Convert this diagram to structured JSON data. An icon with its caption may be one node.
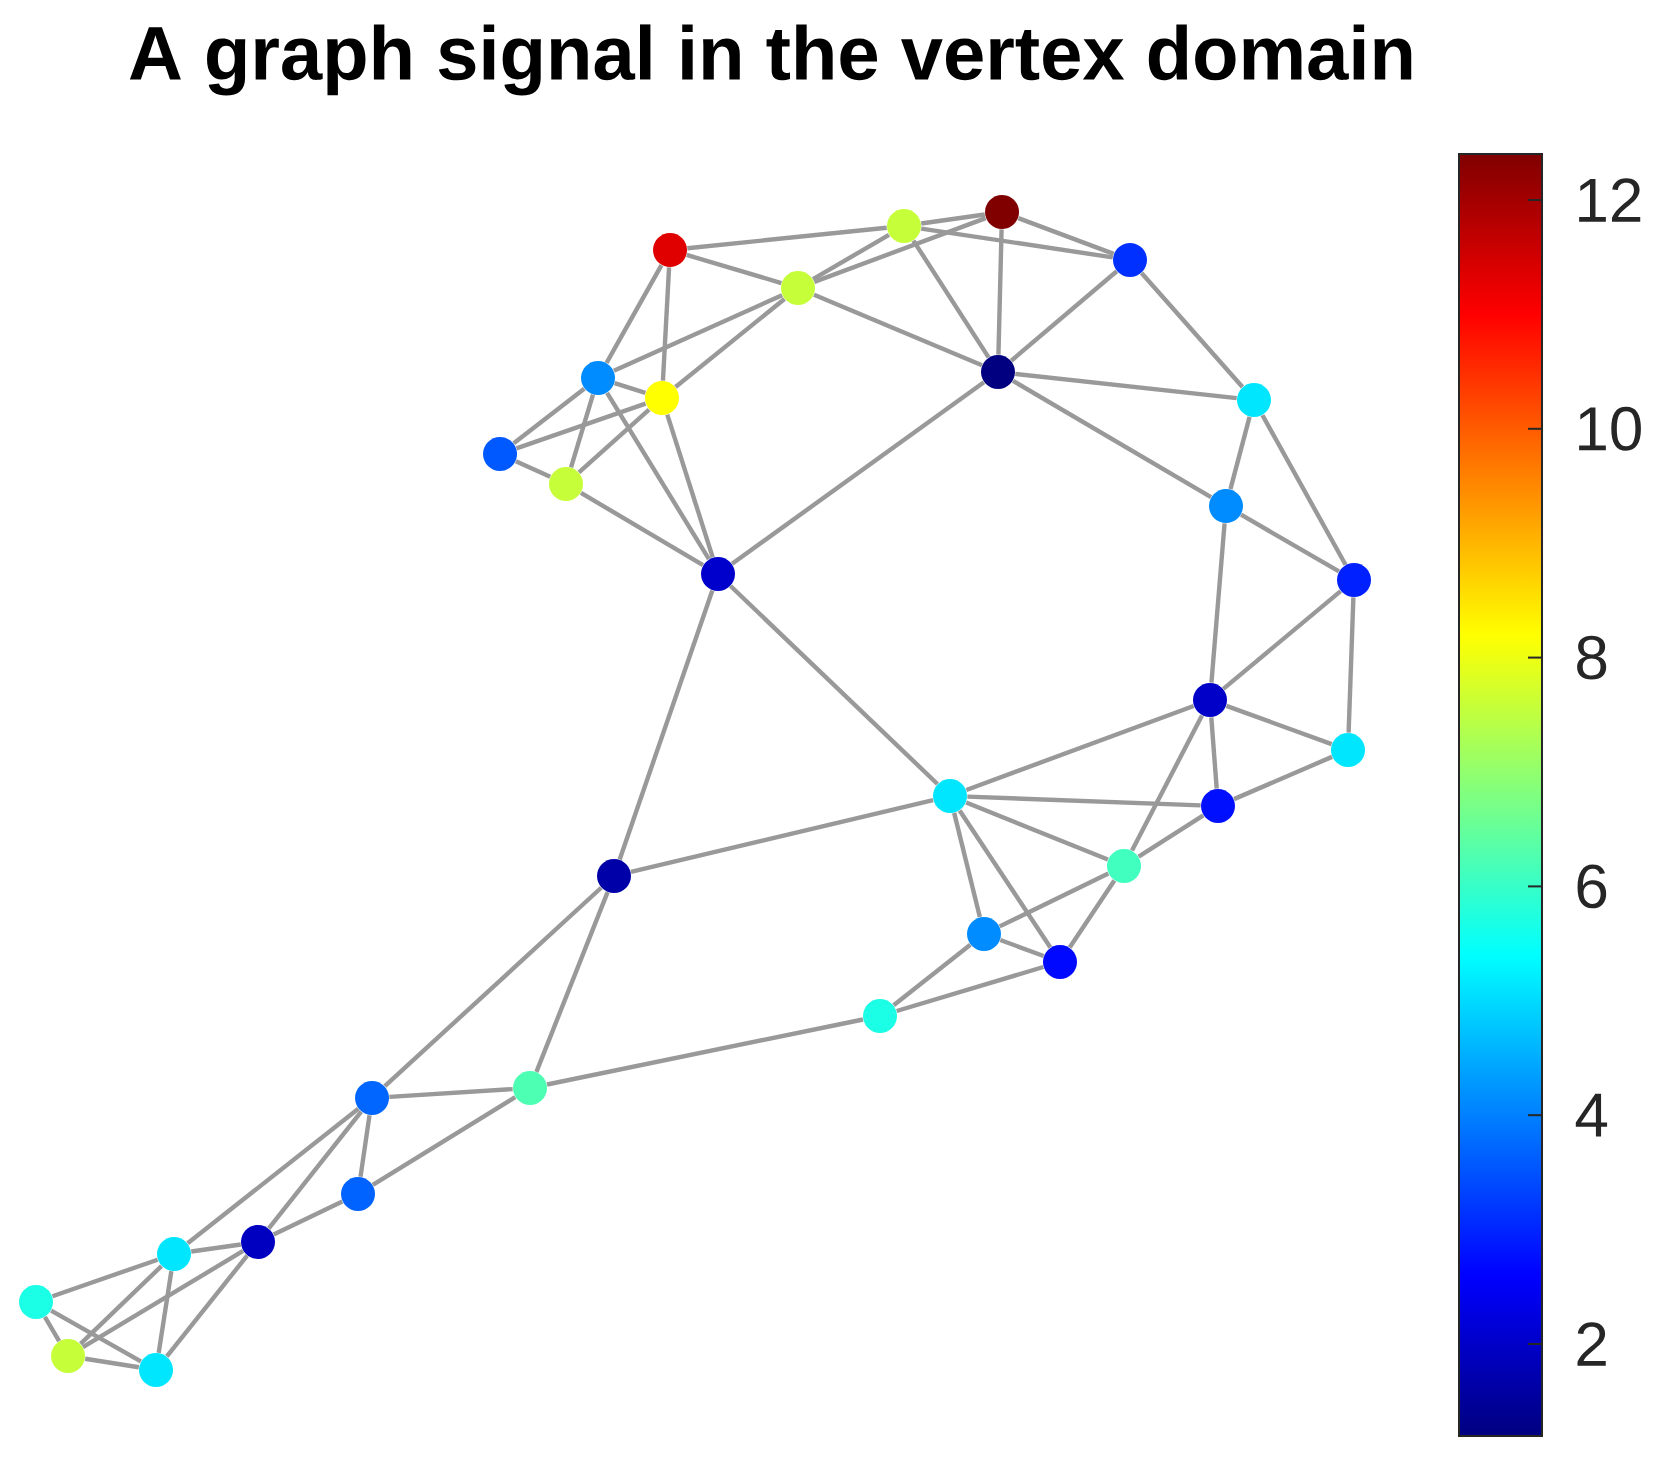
{
  "diagram": {
    "title": "A graph signal in the vertex domain",
    "nodes": [
      {
        "text": [],
        "shape": "circle"
      },
      {
        "text": [],
        "shape": "circle"
      },
      {
        "text": [],
        "shape": "circle"
      },
      {
        "text": [],
        "shape": "circle"
      },
      {
        "text": [],
        "shape": "circle"
      },
      {
        "text": [],
        "shape": "circle"
      },
      {
        "text": [],
        "shape": "circle"
      },
      {
        "text": [],
        "shape": "circle"
      },
      {
        "text": [],
        "shape": "circle"
      },
      {
        "text": [],
        "shape": "circle"
      },
      {
        "text": [],
        "shape": "circle"
      },
      {
        "text": [],
        "shape": "circle"
      },
      {
        "text": [],
        "shape": "circle"
      },
      {
        "text": [],
        "shape": "circle"
      },
      {
        "text": [],
        "shape": "circle"
      },
      {
        "text": [],
        "shape": "circle"
      },
      {
        "text": [],
        "shape": "circle"
      },
      {
        "text": [],
        "shape": "circle"
      },
      {
        "text": [],
        "shape": "circle"
      },
      {
        "text": [],
        "shape": "circle"
      },
      {
        "text": [],
        "shape": "circle"
      },
      {
        "text": [],
        "shape": "circle"
      },
      {
        "text": [],
        "shape": "circle"
      },
      {
        "text": [],
        "shape": "circle"
      },
      {
        "text": [],
        "shape": "circle"
      },
      {
        "text": [],
        "shape": "circle"
      },
      {
        "text": [],
        "shape": "circle"
      },
      {
        "text": [],
        "shape": "circle"
      },
      {
        "text": [],
        "shape": "circle"
      },
      {
        "text": [],
        "shape": "circle"
      },
      {
        "text": [],
        "shape": "circle"
      }
    ],
    "edges": [
      {
        "from": 2,
        "to": 1,
        "arrow": "none"
      },
      {
        "from": 2,
        "to": 4,
        "arrow": "none"
      },
      {
        "from": 2,
        "to": 6,
        "arrow": "none"
      },
      {
        "from": 2,
        "to": 7,
        "arrow": "none"
      },
      {
        "from": 1,
        "to": 0,
        "arrow": "none"
      },
      {
        "from": 1,
        "to": 4,
        "arrow": "none"
      },
      {
        "from": 1,
        "to": 3,
        "arrow": "none"
      },
      {
        "from": 1,
        "to": 5,
        "arrow": "none"
      },
      {
        "from": 0,
        "to": 4,
        "arrow": "none"
      },
      {
        "from": 0,
        "to": 3,
        "arrow": "none"
      },
      {
        "from": 0,
        "to": 5,
        "arrow": "none"
      },
      {
        "from": 4,
        "to": 5,
        "arrow": "none"
      },
      {
        "from": 4,
        "to": 6,
        "arrow": "none"
      },
      {
        "from": 4,
        "to": 7,
        "arrow": "none"
      },
      {
        "from": 3,
        "to": 5,
        "arrow": "none"
      },
      {
        "from": 3,
        "to": 8,
        "arrow": "none"
      },
      {
        "from": 5,
        "to": 8,
        "arrow": "none"
      },
      {
        "from": 5,
        "to": 11,
        "arrow": "none"
      },
      {
        "from": 5,
        "to": 12,
        "arrow": "none"
      },
      {
        "from": 6,
        "to": 7,
        "arrow": "none"
      },
      {
        "from": 6,
        "to": 9,
        "arrow": "none"
      },
      {
        "from": 6,
        "to": 10,
        "arrow": "none"
      },
      {
        "from": 6,
        "to": 12,
        "arrow": "none"
      },
      {
        "from": 7,
        "to": 9,
        "arrow": "none"
      },
      {
        "from": 7,
        "to": 10,
        "arrow": "none"
      },
      {
        "from": 7,
        "to": 12,
        "arrow": "none"
      },
      {
        "from": 9,
        "to": 10,
        "arrow": "none"
      },
      {
        "from": 10,
        "to": 12,
        "arrow": "none"
      },
      {
        "from": 8,
        "to": 11,
        "arrow": "none"
      },
      {
        "from": 8,
        "to": 13,
        "arrow": "none"
      },
      {
        "from": 11,
        "to": 13,
        "arrow": "none"
      },
      {
        "from": 11,
        "to": 14,
        "arrow": "none"
      },
      {
        "from": 13,
        "to": 14,
        "arrow": "none"
      },
      {
        "from": 13,
        "to": 15,
        "arrow": "none"
      },
      {
        "from": 14,
        "to": 15,
        "arrow": "none"
      },
      {
        "from": 14,
        "to": 16,
        "arrow": "none"
      },
      {
        "from": 14,
        "to": 17,
        "arrow": "none"
      },
      {
        "from": 14,
        "to": 18,
        "arrow": "none"
      },
      {
        "from": 15,
        "to": 17,
        "arrow": "none"
      },
      {
        "from": 17,
        "to": 18,
        "arrow": "none"
      },
      {
        "from": 16,
        "to": 17,
        "arrow": "none"
      },
      {
        "from": 16,
        "to": 18,
        "arrow": "none"
      },
      {
        "from": 16,
        "to": 20,
        "arrow": "none"
      },
      {
        "from": 16,
        "to": 21,
        "arrow": "none"
      },
      {
        "from": 12,
        "to": 16,
        "arrow": "none"
      },
      {
        "from": 12,
        "to": 19,
        "arrow": "none"
      },
      {
        "from": 16,
        "to": 19,
        "arrow": "none"
      },
      {
        "from": 18,
        "to": 20,
        "arrow": "none"
      },
      {
        "from": 18,
        "to": 21,
        "arrow": "none"
      },
      {
        "from": 20,
        "to": 21,
        "arrow": "none"
      },
      {
        "from": 20,
        "to": 22,
        "arrow": "none"
      },
      {
        "from": 21,
        "to": 22,
        "arrow": "none"
      },
      {
        "from": 22,
        "to": 23,
        "arrow": "none"
      },
      {
        "from": 19,
        "to": 23,
        "arrow": "none"
      },
      {
        "from": 19,
        "to": 24,
        "arrow": "none"
      },
      {
        "from": 24,
        "to": 23,
        "arrow": "none"
      },
      {
        "from": 24,
        "to": 25,
        "arrow": "none"
      },
      {
        "from": 23,
        "to": 25,
        "arrow": "none"
      },
      {
        "from": 24,
        "to": 26,
        "arrow": "none"
      },
      {
        "from": 24,
        "to": 27,
        "arrow": "none"
      },
      {
        "from": 25,
        "to": 26,
        "arrow": "none"
      },
      {
        "from": 26,
        "to": 27,
        "arrow": "none"
      },
      {
        "from": 26,
        "to": 29,
        "arrow": "none"
      },
      {
        "from": 26,
        "to": 30,
        "arrow": "none"
      },
      {
        "from": 27,
        "to": 28,
        "arrow": "none"
      },
      {
        "from": 27,
        "to": 29,
        "arrow": "none"
      },
      {
        "from": 27,
        "to": 30,
        "arrow": "none"
      },
      {
        "from": 28,
        "to": 29,
        "arrow": "none"
      },
      {
        "from": 28,
        "to": 30,
        "arrow": "none"
      },
      {
        "from": 29,
        "to": 30,
        "arrow": "none"
      }
    ],
    "labels": [
      "12",
      "10",
      "8",
      "6",
      "4",
      "2"
    ]
  }
}
